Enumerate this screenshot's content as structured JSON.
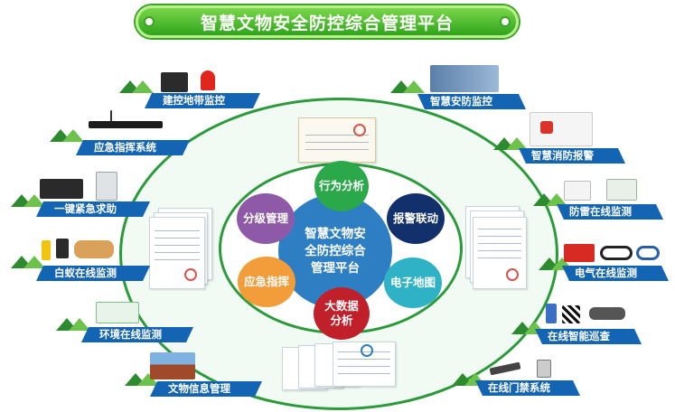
{
  "title": "智慧文物安全防控综合管理平台",
  "center": "智慧文物安全防控综合管理平台",
  "center_lines": [
    "智慧文物安",
    "全防控综合",
    "管理平台"
  ],
  "modules": [
    {
      "label": "行为分析",
      "color": "#2aa84a"
    },
    {
      "label": "报警联动",
      "color": "#12306b"
    },
    {
      "label": "电子地图",
      "color": "#2fb2c6"
    },
    {
      "label": "大数据分析",
      "lines": [
        "大数据",
        "分析"
      ],
      "color": "#c0202a"
    },
    {
      "label": "应急指挥",
      "color": "#f39c3a"
    },
    {
      "label": "分级管理",
      "color": "#8e5aa8"
    }
  ],
  "left_items": [
    "建控地带监控",
    "应急指挥系统",
    "一键紧急求助",
    "白蚁在线监测",
    "环境在线监测",
    "文物信息管理"
  ],
  "right_items": [
    "智慧安防监控",
    "智慧消防报警",
    "防雷在线监测",
    "电气在线监测",
    "在线智能巡查",
    "在线门禁系统"
  ],
  "colors": {
    "label_blue": "#1464b4",
    "ring_green": "#2b9a3a",
    "title_green": "#2fa41c",
    "center_blue": "#2d7ec2"
  },
  "icons": [
    "router-icon",
    "alarm-light-icon",
    "microphone-console-icon",
    "emergency-phone-icon",
    "termite-trap-icon",
    "environment-sensor-icon",
    "museum-building-icon",
    "cctv-camera-icon",
    "fire-alarm-icon",
    "surge-protector-icon",
    "electric-sensor-icon",
    "drone-icon",
    "access-control-icon",
    "certificate-icon"
  ]
}
